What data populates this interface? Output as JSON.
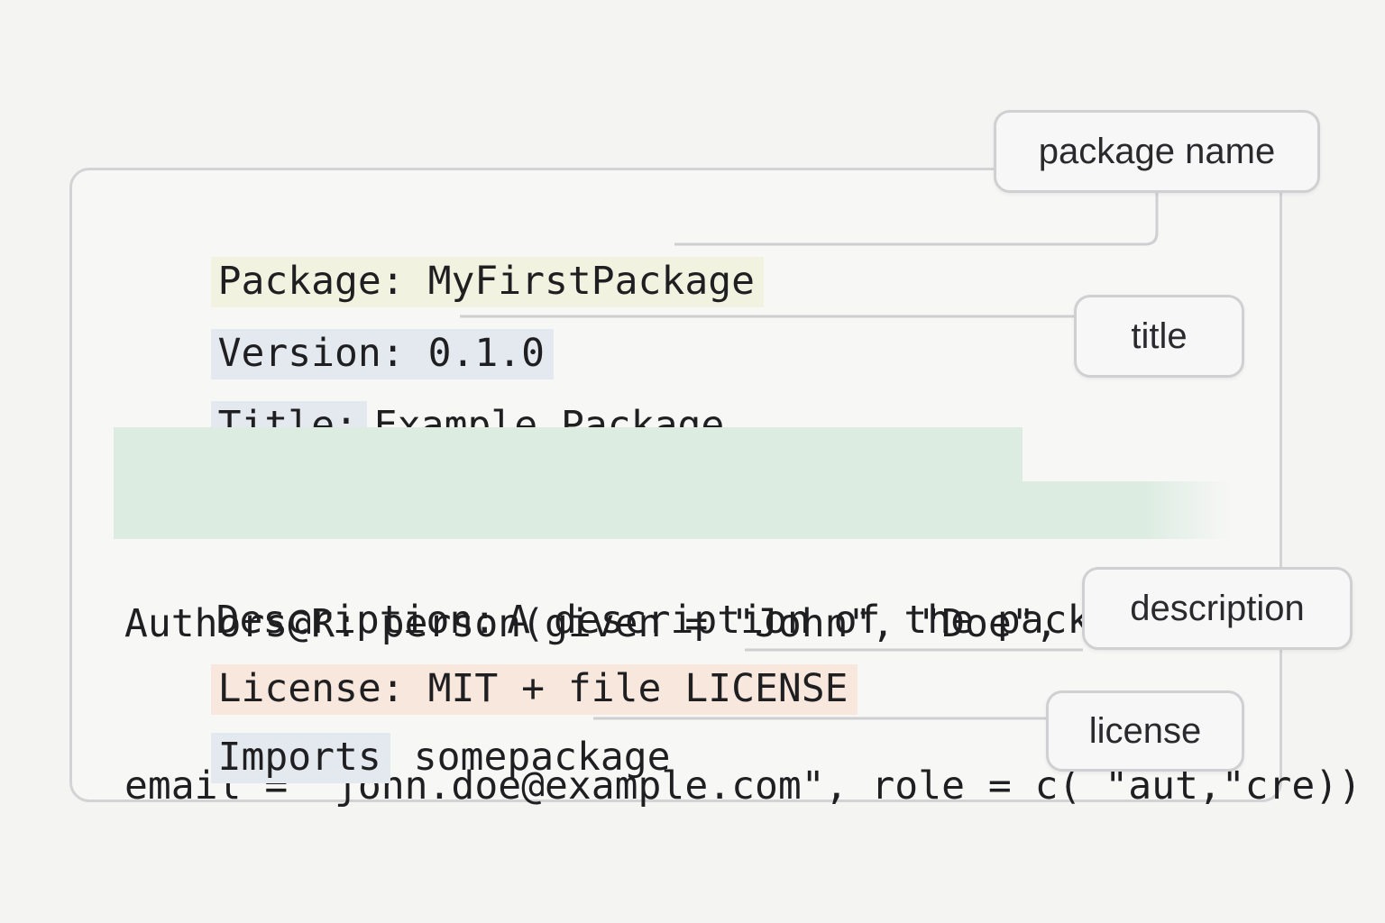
{
  "fields": {
    "package": {
      "key": "Package:",
      "value": "MyFirstPackage"
    },
    "version": {
      "key": "Version:",
      "value": "0.1.0"
    },
    "title": {
      "key": "Title:",
      "value": "Example Package"
    },
    "authors": {
      "line1": "Authors@R: person(given = \"John\", \"Doe\",",
      "line2": "email = \"john.doe@example.com\", role = c( \"aut,\"cre))"
    },
    "description": {
      "key": "Description:",
      "value": "A description of the package."
    },
    "license": {
      "key": "License:",
      "value": "MIT + file LICENSE"
    },
    "imports": {
      "key": "Imports",
      "value": "somepackage"
    }
  },
  "callouts": {
    "package_name": "package name",
    "title": "title",
    "description": "description",
    "license": "license"
  },
  "colors": {
    "package_highlight": "#f1f2df",
    "version_highlight": "#e3e9ee",
    "authors_highlight": "#dcece1",
    "license_highlight": "#f7e7dc",
    "connector": "#cfcfd2"
  }
}
